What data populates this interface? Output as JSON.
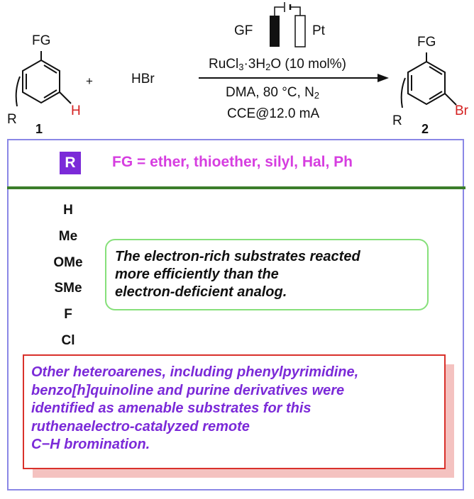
{
  "reaction": {
    "reactant": {
      "substituent_top": "FG",
      "substituent_left": "R",
      "h_label": "H",
      "compound_number": "1"
    },
    "plus": "+",
    "reagent": "HBr",
    "electrodes": {
      "anode": "GF",
      "cathode": "Pt"
    },
    "conditions": {
      "catalyst_prefix": "RuCl",
      "catalyst_sub1": "3",
      "catalyst_mid": "·3H",
      "catalyst_sub2": "2",
      "catalyst_suffix": "O (10 mol%)",
      "line2_prefix": "DMA, 80 °C, N",
      "line2_sub": "2",
      "line3": "CCE@12.0 mA"
    },
    "product": {
      "substituent_top": "FG",
      "substituent_left": "R",
      "br_label": "Br",
      "compound_number": "2"
    }
  },
  "scope_header": {
    "r_badge": "R",
    "fg_text": "FG = ether, thioether, silyl, Hal, Ph"
  },
  "r_groups": [
    "H",
    "Me",
    "OMe",
    "SMe",
    "F",
    "Cl"
  ],
  "note_green": [
    "The electron-rich substrates reacted",
    "more efficiently than the",
    "electron-deficient analog."
  ],
  "note_red": [
    "Other heteroarenes, including phenylpyrimidine,",
    "benzo[h]quinoline and purine derivatives were",
    "identified as amenable substrates for this",
    "ruthenaelectro-catalyzed remote",
    "C−H bromination."
  ],
  "colors": {
    "box_border": "#8a87e6",
    "rule": "#3b7d2a",
    "badge": "#7b2ad8",
    "fg_text": "#d63ee0",
    "green_note_border": "#86e07a",
    "red_note_border": "#d9312b",
    "red_note_text": "#7b2ad8",
    "halogen_label": "#d42020"
  }
}
